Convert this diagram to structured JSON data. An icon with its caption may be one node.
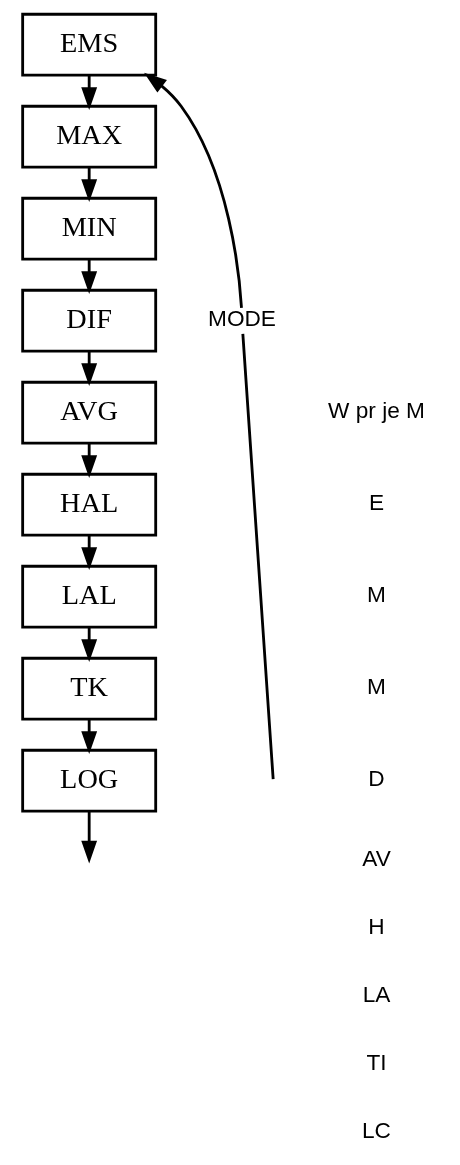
{
  "diagram": {
    "nodes": [
      {
        "text": [
          "EMS"
        ]
      },
      {
        "text": [
          "MAX"
        ]
      },
      {
        "text": [
          "MIN"
        ]
      },
      {
        "text": [
          "DIF"
        ]
      },
      {
        "text": [
          "AVG"
        ]
      },
      {
        "text": [
          "HAL"
        ]
      },
      {
        "text": [
          "LAL"
        ]
      },
      {
        "text": [
          "TK"
        ]
      },
      {
        "text": [
          "LOG"
        ]
      },
      {
        "text": [
          "MODE"
        ]
      }
    ],
    "edges": [
      {
        "from": 9,
        "to": 0,
        "arrow": "to"
      },
      {
        "from": 0,
        "to": 1,
        "arrow": "to"
      },
      {
        "from": 1,
        "to": 2,
        "arrow": "to"
      },
      {
        "from": 2,
        "to": 3,
        "arrow": "to"
      },
      {
        "from": 3,
        "to": 4,
        "arrow": "to"
      },
      {
        "from": 4,
        "to": 5,
        "arrow": "to"
      },
      {
        "from": 5,
        "to": 6,
        "arrow": "to"
      },
      {
        "from": 6,
        "to": 7,
        "arrow": "to"
      },
      {
        "from": 7,
        "to": 8,
        "arrow": "to"
      },
      {
        "from": 8,
        "to": null,
        "arrow": "to"
      },
      {
        "from": null,
        "to": 9,
        "arrow": "none"
      }
    ],
    "labels": [
      "W pr je M",
      "E",
      "M",
      "M",
      "D",
      "AV",
      "H",
      "LA",
      "TI",
      "LC"
    ]
  }
}
